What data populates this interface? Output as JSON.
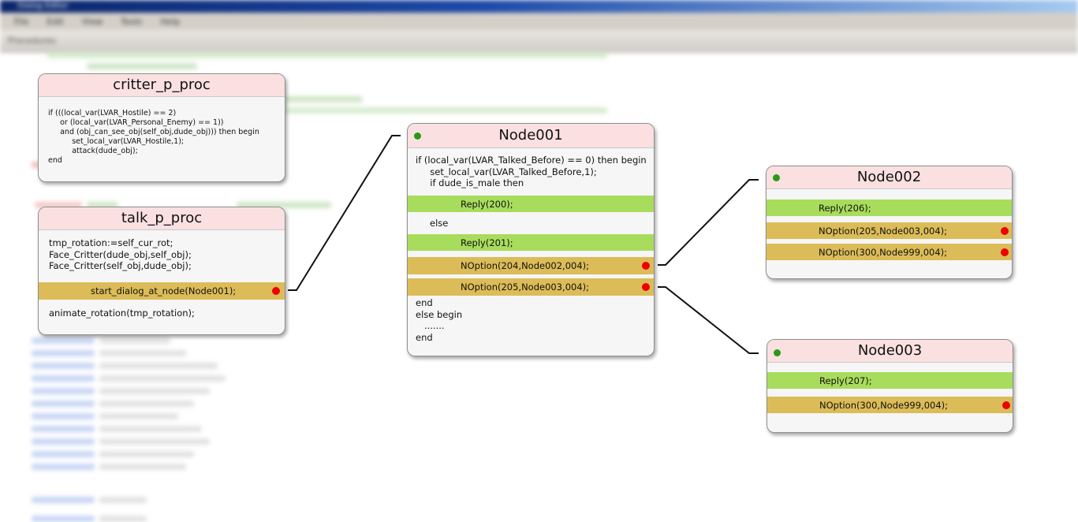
{
  "background": {
    "window_title": "Dialog Editor",
    "menu": [
      "File",
      "Edit",
      "View",
      "Tools",
      "Help"
    ],
    "toolbar_text": "Procedures"
  },
  "critter_proc": {
    "title": "critter_p_proc",
    "code": "if (((local_var(LVAR_Hostile) == 2)\n     or (local_var(LVAR_Personal_Enemy) == 1))\n     and (obj_can_see_obj(self_obj,dude_obj))) then begin\n          set_local_var(LVAR_Hostile,1);\n          attack(dude_obj);\nend"
  },
  "talk_proc": {
    "title": "talk_p_proc",
    "code_top": "tmp_rotation:=self_cur_rot;\nFace_Critter(dude_obj,self_obj);\nFace_Critter(self_obj,dude_obj);",
    "start_dialog": "start_dialog_at_node(Node001);",
    "code_bottom": "animate_rotation(tmp_rotation);"
  },
  "node001": {
    "title": "Node001",
    "code_top": "if (local_var(LVAR_Talked_Before) == 0) then begin\n     set_local_var(LVAR_Talked_Before,1);\n     if dude_is_male then",
    "reply1": "Reply(200);",
    "else_text": "else",
    "reply2": "Reply(201);",
    "option1": "NOption(204,Node002,004);",
    "option2": "NOption(205,Node003,004);",
    "code_bottom": "end\nelse begin\n   .......\nend"
  },
  "node002": {
    "title": "Node002",
    "reply": "Reply(206);",
    "option1": "NOption(205,Node003,004);",
    "option2": "NOption(300,Node999,004);"
  },
  "node003": {
    "title": "Node003",
    "reply": "Reply(207);",
    "option1": "NOption(300,Node999,004);"
  },
  "colors": {
    "header": "#fae0e0",
    "reply": "#a8dc5c",
    "option": "#dcbc58",
    "entry_dot": "#2a9a14",
    "exit_dot": "#ee0000"
  }
}
